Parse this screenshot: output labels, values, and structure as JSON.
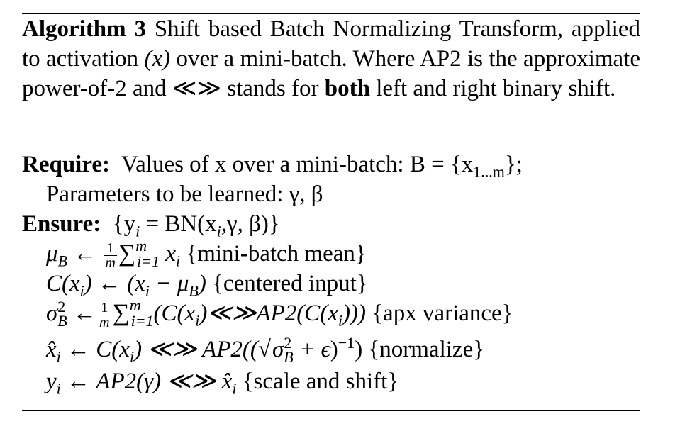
{
  "caption": {
    "label": "Algorithm 3",
    "text_1": " Shift based Batch Normalizing Transform, applied to activation ",
    "activation_var": "(x)",
    "text_2": " over a mini-batch. Where AP2 is the approximate power-of-2 and ",
    "shift_symbol": "≪≫",
    "text_3": " stands for ",
    "bold_word": "both",
    "text_4": " left and right binary shift."
  },
  "require": {
    "keyword": "Require:",
    "text": "Values of x over a mini-batch: B = {x",
    "sub": "1...m",
    "tail": "};",
    "params": "Parameters to be learned: γ, β"
  },
  "ensure": {
    "keyword": "Ensure:",
    "text": "{y",
    "sub": "i",
    "tail": " = BN(x",
    "tail_sub": "i",
    "tail_end": ",γ, β)}"
  },
  "steps": [
    {
      "lhs": "μ",
      "lhs_sub": "B",
      "arrow": " ← ",
      "frac_num": "1",
      "frac_den": "m",
      "sum_sup": "m",
      "sum_sub": "i=1",
      "body": " x",
      "body_sub": "i",
      "comment": "{mini-batch mean}"
    },
    {
      "expr": "C(x",
      "expr_sub": "i",
      "expr_mid": ") ← (x",
      "expr_sub2": "i",
      "expr_mid2": " − μ",
      "expr_sub3": "B",
      "expr_end": ")",
      "comment": "{centered input}"
    },
    {
      "lhs": "σ",
      "lhs_sup": "2",
      "lhs_sub": "B",
      "arrow": " ←",
      "frac_num": "1",
      "frac_den": "m",
      "sum_sup": "m",
      "sum_sub": "i=1",
      "body": "(C(x",
      "body_sub": "i",
      "body_mid": ")≪≫AP2(C(x",
      "body_sub2": "i",
      "body_end": ")))",
      "comment": "{apx variance}"
    },
    {
      "lhs": "x̂",
      "lhs_sub": "i",
      "arrow": " ← ",
      "expr": "C(x",
      "expr_sub": "i",
      "expr_mid": ") ≪≫ AP2((",
      "sqrt_body": "σ",
      "sqrt_sup": "2",
      "sqrt_sub": "B",
      "sqrt_tail": " + ϵ",
      "expr_end": ")",
      "exp": "−1",
      "close": ")",
      "comment": "{normalize}"
    },
    {
      "lhs": "y",
      "lhs_sub": "i",
      "arrow": " ← ",
      "expr": "AP2(γ) ≪≫ ",
      "rhs": "x̂",
      "rhs_sub": "i",
      "comment": "{scale and shift}"
    }
  ]
}
